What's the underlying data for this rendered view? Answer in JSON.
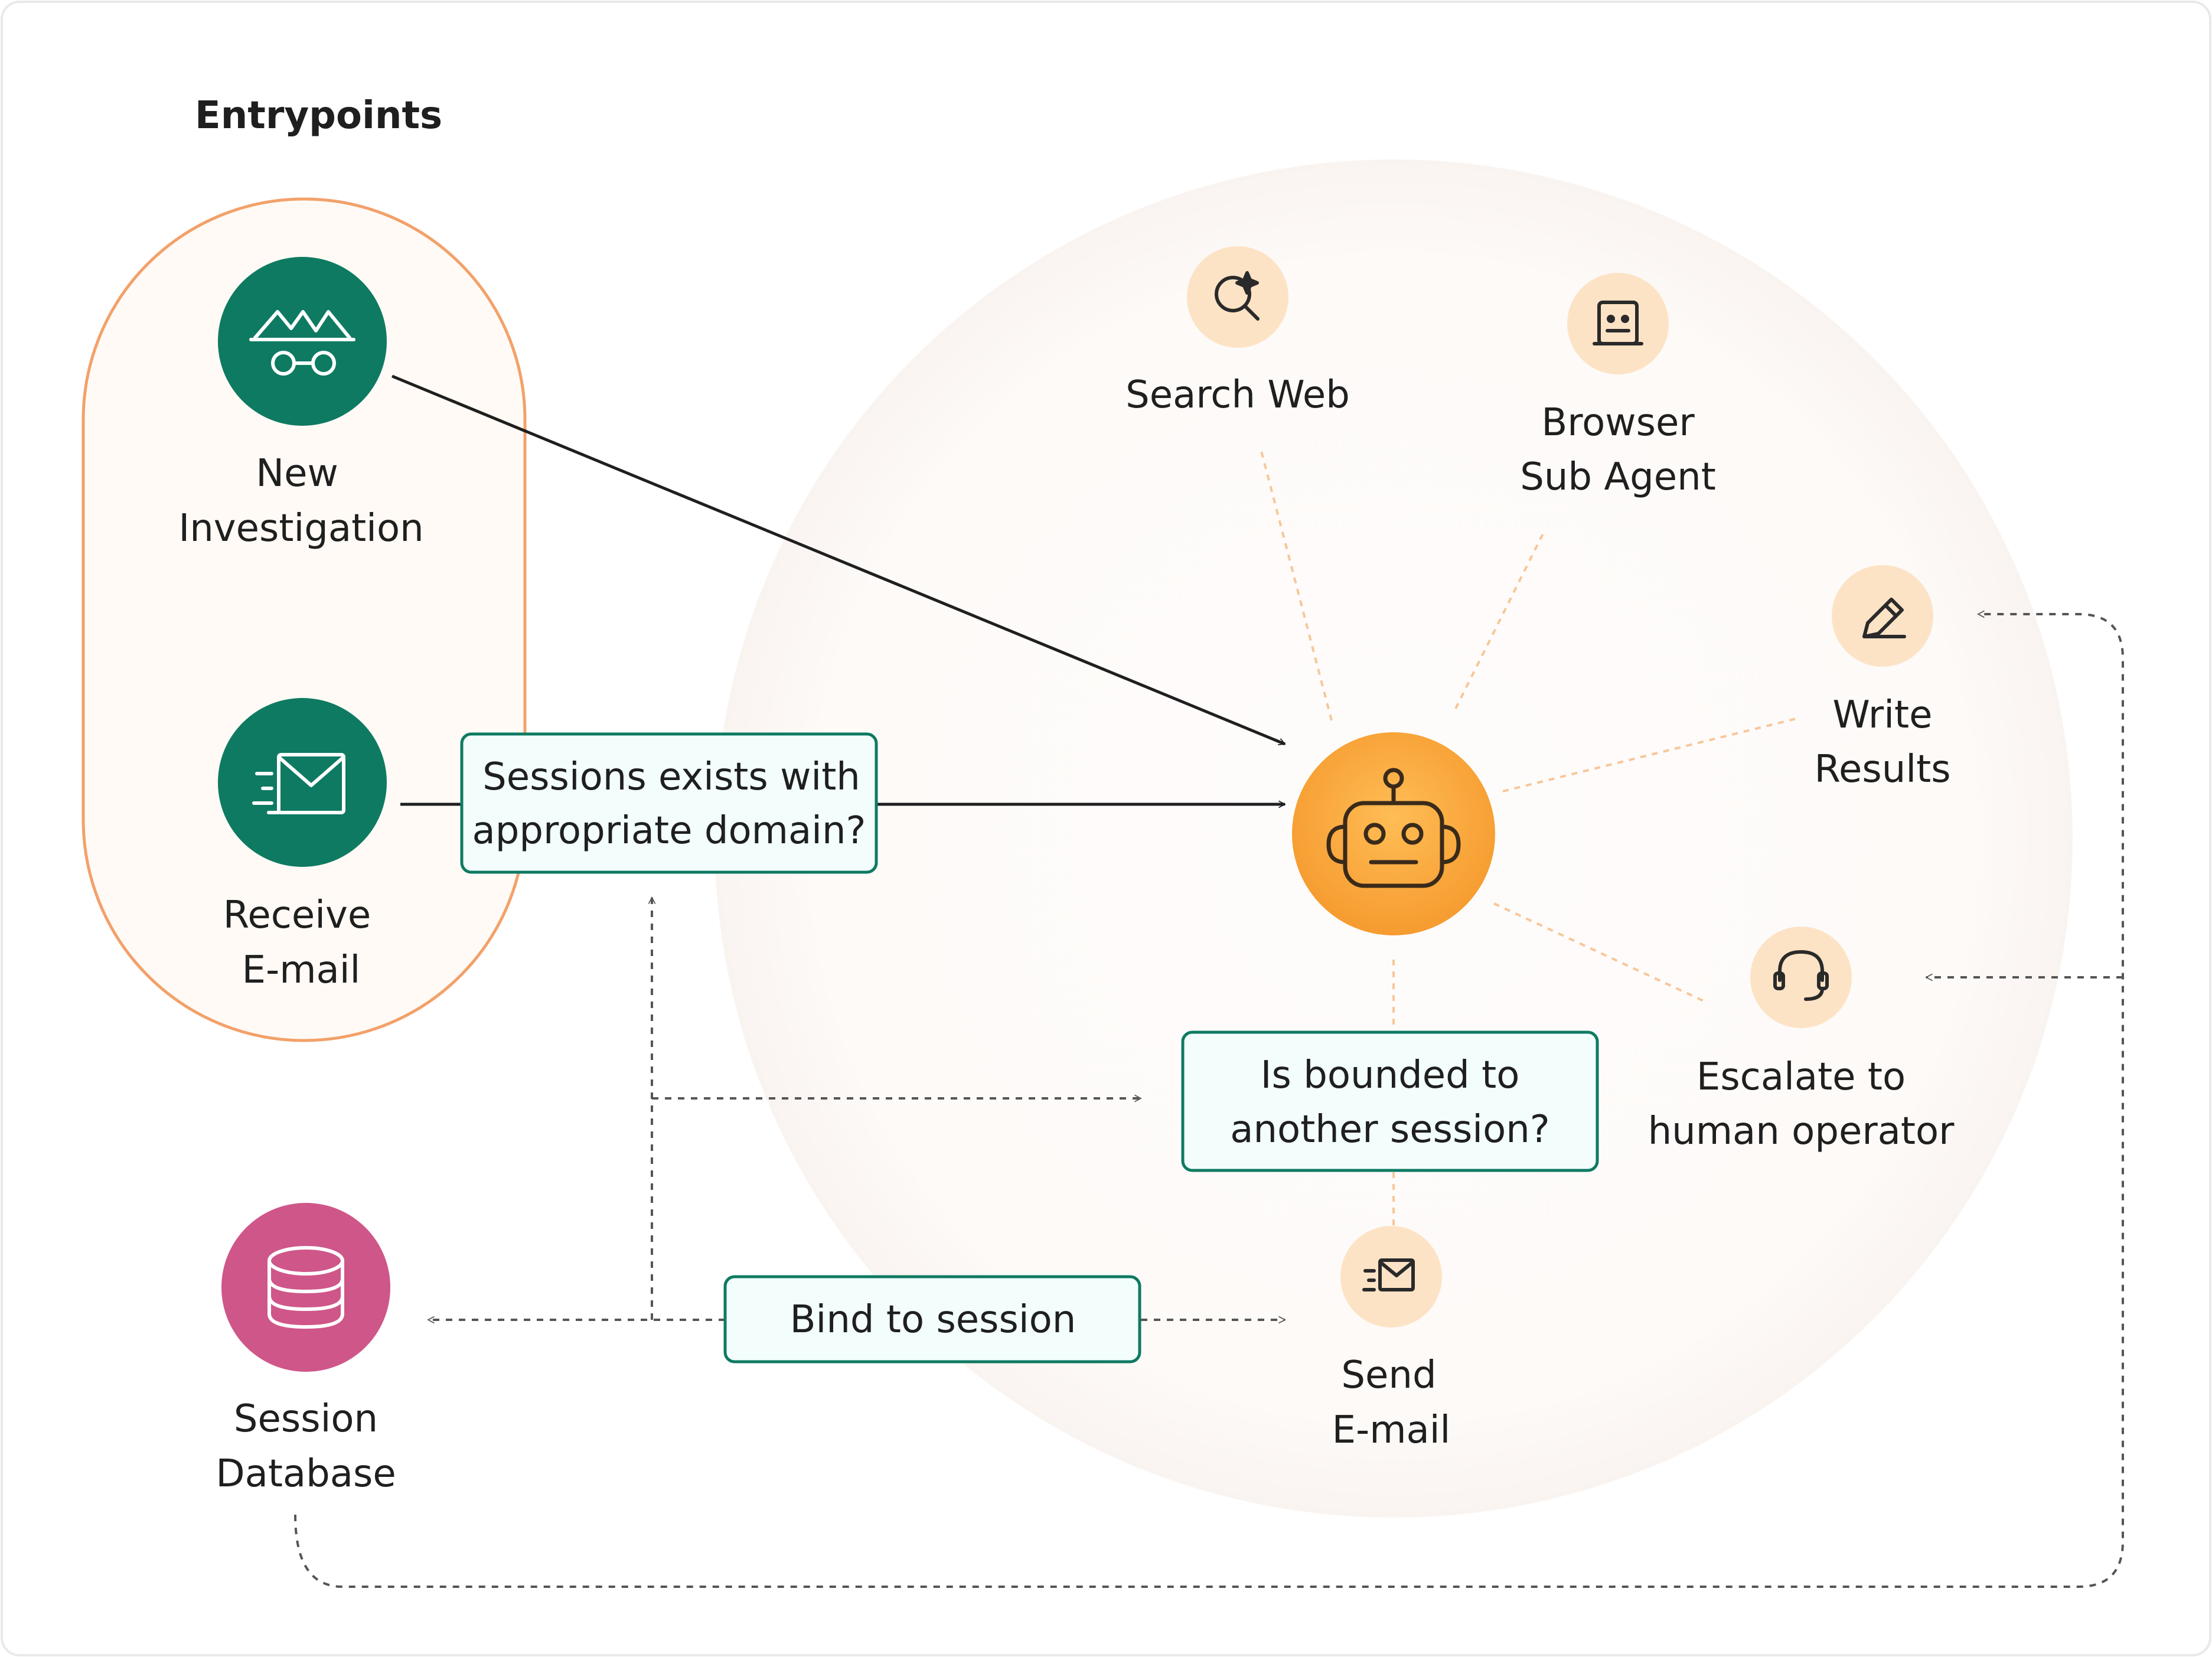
{
  "section_title": "Entrypoints",
  "entrypoints": {
    "new_investigation": {
      "line1": "New",
      "line2": "Investigation",
      "icon": "spy-incognito-icon"
    },
    "receive_email": {
      "line1": "Receive",
      "line2": "E-mail",
      "icon": "mail-fast-icon"
    }
  },
  "agent": {
    "icon": "robot-icon"
  },
  "tools": {
    "search_web": {
      "line1": "Search Web",
      "icon": "search-sparkle-icon"
    },
    "browser_sub_agent": {
      "line1": "Browser",
      "line2": "Sub Agent",
      "icon": "browser-robot-icon"
    },
    "write_results": {
      "line1": "Write",
      "line2": "Results",
      "icon": "pencil-icon"
    },
    "escalate": {
      "line1": "Escalate to",
      "line2": "human operator",
      "icon": "headset-icon"
    },
    "send_email": {
      "line1": "Send",
      "line2": "E-mail",
      "icon": "mail-send-icon"
    }
  },
  "decisions": {
    "session_exists": {
      "line1": "Sessions exists with",
      "line2": "appropriate domain?"
    },
    "is_bounded": {
      "line1": "Is bounded to",
      "line2": "another session?"
    },
    "bind": {
      "line1": "Bind to session"
    }
  },
  "database": {
    "line1": "Session",
    "line2": "Database",
    "icon": "database-icon"
  },
  "colors": {
    "teal": "#0e7a62",
    "orange": "#f7a23c",
    "peach": "#fde3c5",
    "pink": "#cf5689",
    "entry_border": "#f2a16a",
    "box_fill": "#f2fdfc",
    "box_border": "#0e7a62"
  }
}
